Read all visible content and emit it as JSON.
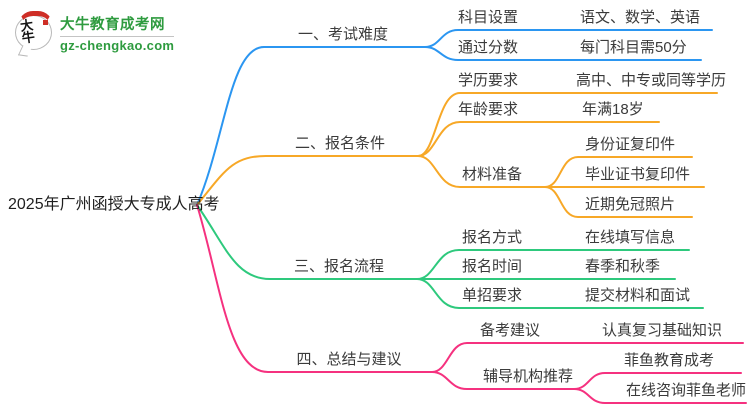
{
  "logo": {
    "site_name": "大牛教育成考网",
    "site_url": "gz-chengkao.com",
    "icon_text": "大牛"
  },
  "central_topic": "2025年广州函授大专成人高考",
  "colors": {
    "branch1": "#2b96f1",
    "branch2": "#f7a827",
    "branch3": "#2ec97d",
    "branch4": "#f5317f",
    "text": "#3b3b3b",
    "logo_green": "#2e9b3f",
    "logo_red": "#ce2e26"
  },
  "branches": [
    {
      "label": "一、考试难度",
      "children": [
        {
          "label": "科目设置",
          "children": [
            {
              "label": "语文、数学、英语"
            }
          ]
        },
        {
          "label": "通过分数",
          "children": [
            {
              "label": "每门科目需50分"
            }
          ]
        }
      ]
    },
    {
      "label": "二、报名条件",
      "children": [
        {
          "label": "学历要求",
          "children": [
            {
              "label": "高中、中专或同等学历"
            }
          ]
        },
        {
          "label": "年龄要求",
          "children": [
            {
              "label": "年满18岁"
            }
          ]
        },
        {
          "label": "材料准备",
          "children": [
            {
              "label": "身份证复印件"
            },
            {
              "label": "毕业证书复印件"
            },
            {
              "label": "近期免冠照片"
            }
          ]
        }
      ]
    },
    {
      "label": "三、报名流程",
      "children": [
        {
          "label": "报名方式",
          "children": [
            {
              "label": "在线填写信息"
            }
          ]
        },
        {
          "label": "报名时间",
          "children": [
            {
              "label": "春季和秋季"
            }
          ]
        },
        {
          "label": "单招要求",
          "children": [
            {
              "label": "提交材料和面试"
            }
          ]
        }
      ]
    },
    {
      "label": "四、总结与建议",
      "children": [
        {
          "label": "备考建议",
          "children": [
            {
              "label": "认真复习基础知识"
            }
          ]
        },
        {
          "label": "辅导机构推荐",
          "children": [
            {
              "label": "菲鱼教育成考"
            },
            {
              "label": "在线咨询菲鱼老师"
            }
          ]
        }
      ]
    }
  ]
}
